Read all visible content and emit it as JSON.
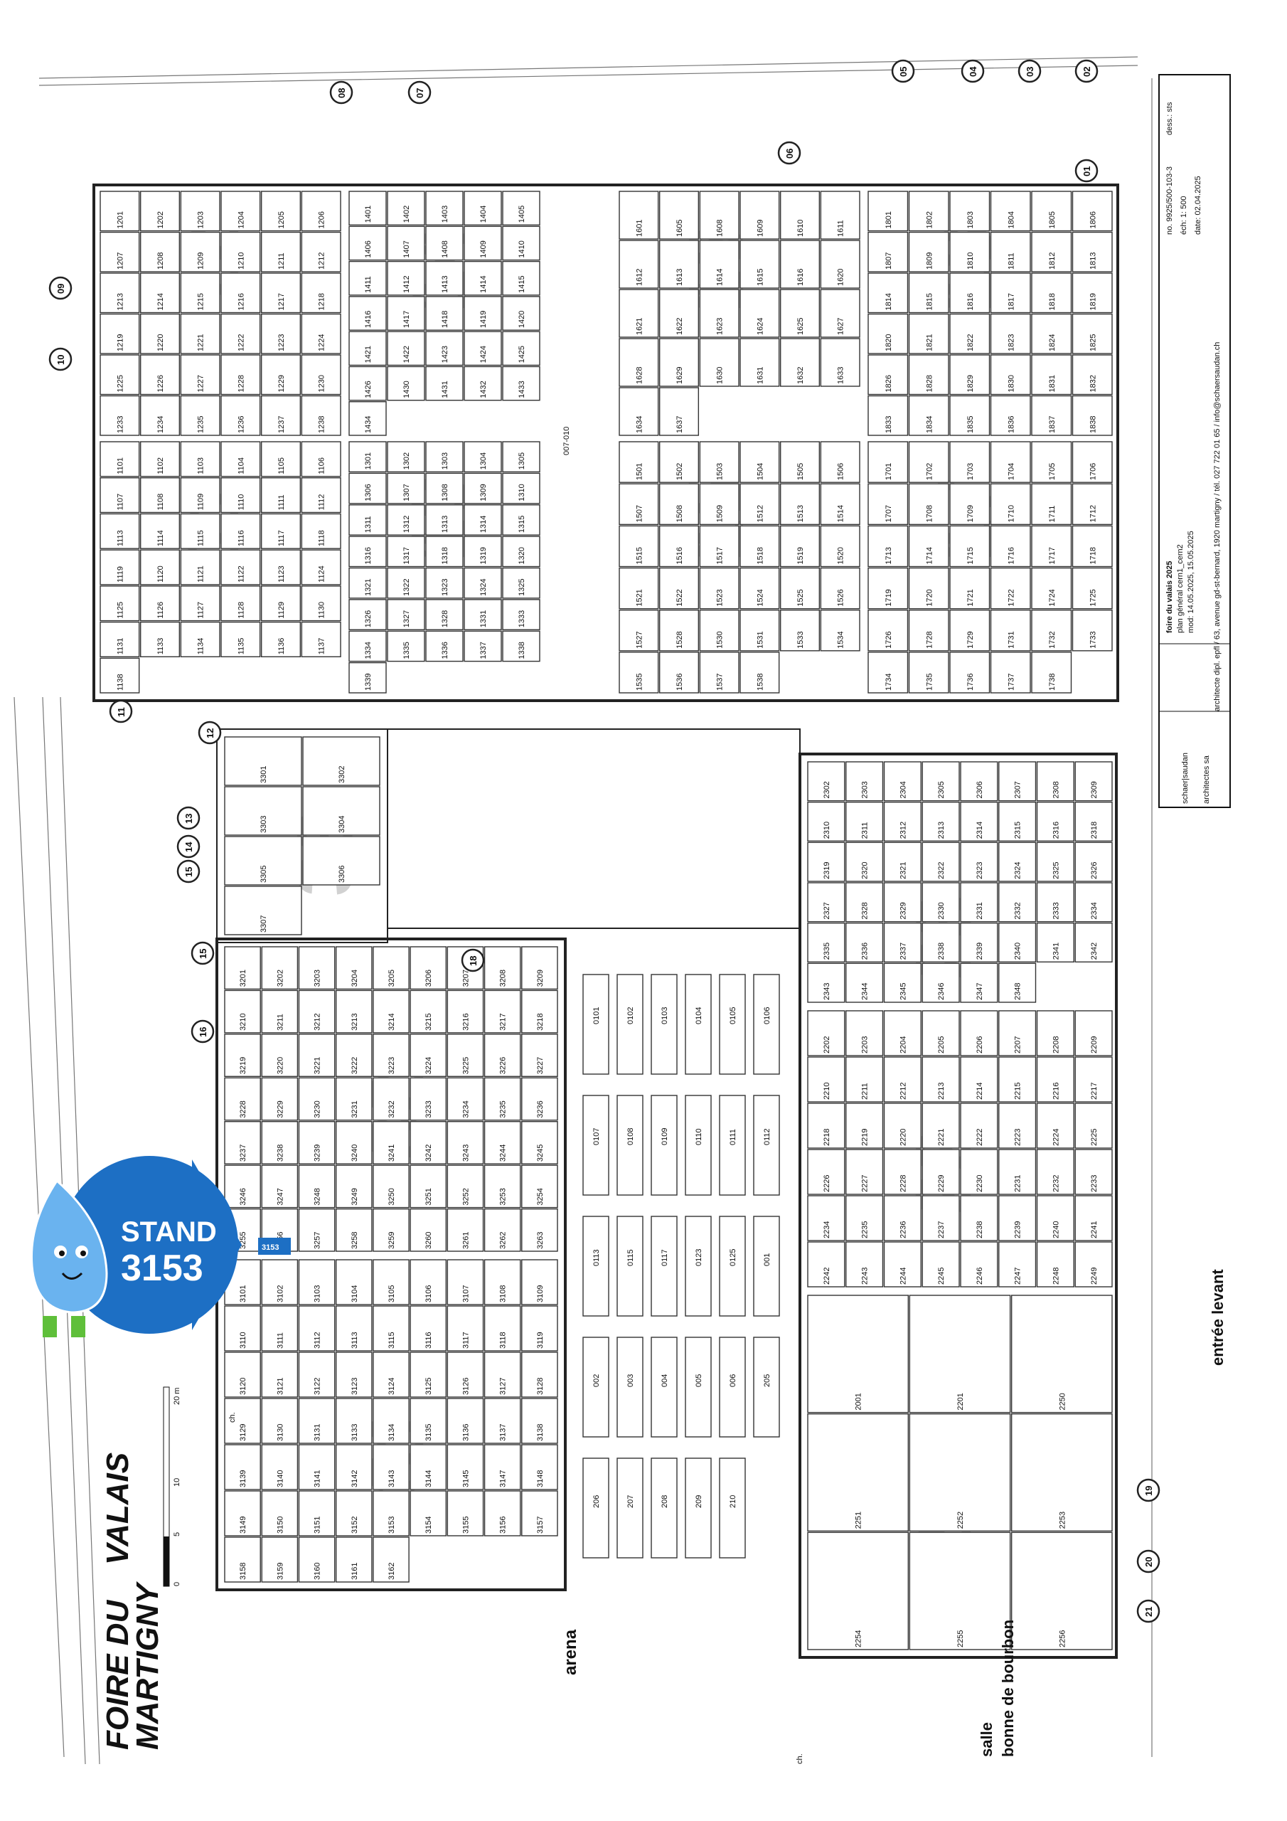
{
  "logo": {
    "line1": "FOIRE DU",
    "line1b": "VALAIS",
    "line2": "MARTIGNY"
  },
  "scale": {
    "ticks": [
      "0",
      "5",
      "10",
      "20 m"
    ]
  },
  "stand_callout": {
    "line1": "STAND",
    "line2": "3153",
    "color": "#1d6fc4"
  },
  "titleblock": {
    "firm_top": "schaer|saudan",
    "firm_bottom": "architectes sa",
    "project": "foire du valais 2025",
    "plan": "plan général cern1_cern2",
    "mod": "mod: 14.05.2025, 15.05.2025",
    "address": "architecte dipl. epfl / 63, avenue gd-st-bernard, 1920 martigny / tél. 027 722 01 65 / info@schaersaudan.ch",
    "no": "no.  9925/500-103-3",
    "ech": "éch: 1: 500",
    "date": "date: 02.04.2025",
    "dess": "dess.: sts"
  },
  "labels": {
    "entree": "entrée levant",
    "salle": "salle",
    "bonne": "bonne de bourbon",
    "arena": "arena",
    "center": "007-010",
    "ch": "ch."
  },
  "exits": [
    "01",
    "02",
    "03",
    "04",
    "05",
    "06",
    "07",
    "08",
    "09",
    "10",
    "11",
    "12",
    "13",
    "14",
    "15",
    "15",
    "16",
    "18",
    "19",
    "20",
    "21"
  ],
  "halls": [
    {
      "id": "11",
      "booths": [
        "1101",
        "1102",
        "1103",
        "1104",
        "1105",
        "1106",
        "1107",
        "1108",
        "1109",
        "1110",
        "1111",
        "1112",
        "1113",
        "1114",
        "1115",
        "1116",
        "1117",
        "1118",
        "1119",
        "1120",
        "1121",
        "1122",
        "1123",
        "1124",
        "1125",
        "1126",
        "1127",
        "1128",
        "1129",
        "1130",
        "1131",
        "1133",
        "1134",
        "1135",
        "1136",
        "1137",
        "1138"
      ]
    },
    {
      "id": "12",
      "booths": [
        "1201",
        "1202",
        "1203",
        "1204",
        "1205",
        "1206",
        "1207",
        "1208",
        "1209",
        "1210",
        "1211",
        "1212",
        "1213",
        "1214",
        "1215",
        "1216",
        "1217",
        "1218",
        "1219",
        "1220",
        "1221",
        "1222",
        "1223",
        "1224",
        "1225",
        "1226",
        "1227",
        "1228",
        "1229",
        "1230",
        "1233",
        "1234",
        "1235",
        "1236",
        "1237",
        "1238"
      ]
    },
    {
      "id": "13",
      "booths": [
        "1301",
        "1302",
        "1303",
        "1304",
        "1305",
        "1306",
        "1307",
        "1308",
        "1309",
        "1310",
        "1311",
        "1312",
        "1313",
        "1314",
        "1315",
        "1316",
        "1317",
        "1318",
        "1319",
        "1320",
        "1321",
        "1322",
        "1323",
        "1324",
        "1325",
        "1326",
        "1327",
        "1328",
        "1331",
        "1333",
        "1334",
        "1335",
        "1336",
        "1337",
        "1338",
        "1339"
      ]
    },
    {
      "id": "14",
      "booths": [
        "1401",
        "1402",
        "1403",
        "1404",
        "1405",
        "1406",
        "1407",
        "1408",
        "1409",
        "1410",
        "1411",
        "1412",
        "1413",
        "1414",
        "1415",
        "1416",
        "1417",
        "1418",
        "1419",
        "1420",
        "1421",
        "1422",
        "1423",
        "1424",
        "1425",
        "1426",
        "1430",
        "1431",
        "1432",
        "1433",
        "1434"
      ]
    },
    {
      "id": "15",
      "booths": [
        "1501",
        "1502",
        "1503",
        "1504",
        "1505",
        "1506",
        "1507",
        "1508",
        "1509",
        "1512",
        "1513",
        "1514",
        "1515",
        "1516",
        "1517",
        "1518",
        "1519",
        "1520",
        "1521",
        "1522",
        "1523",
        "1524",
        "1525",
        "1526",
        "1527",
        "1528",
        "1530",
        "1531",
        "1533",
        "1534",
        "1535",
        "1536",
        "1537",
        "1538"
      ]
    },
    {
      "id": "16",
      "booths": [
        "1601",
        "1605",
        "1608",
        "1609",
        "1610",
        "1611",
        "1612",
        "1613",
        "1614",
        "1615",
        "1616",
        "1620",
        "1621",
        "1622",
        "1623",
        "1624",
        "1625",
        "1627",
        "1628",
        "1629",
        "1630",
        "1631",
        "1632",
        "1633",
        "1634",
        "1637"
      ]
    },
    {
      "id": "17",
      "booths": [
        "1701",
        "1702",
        "1703",
        "1704",
        "1705",
        "1706",
        "1707",
        "1708",
        "1709",
        "1710",
        "1711",
        "1712",
        "1713",
        "1714",
        "1715",
        "1716",
        "1717",
        "1718",
        "1719",
        "1720",
        "1721",
        "1722",
        "1724",
        "1725",
        "1726",
        "1728",
        "1729",
        "1731",
        "1732",
        "1733",
        "1734",
        "1735",
        "1736",
        "1737",
        "1738"
      ]
    },
    {
      "id": "18",
      "booths": [
        "1801",
        "1802",
        "1803",
        "1804",
        "1805",
        "1806",
        "1807",
        "1809",
        "1810",
        "1811",
        "1812",
        "1813",
        "1814",
        "1815",
        "1816",
        "1817",
        "1818",
        "1819",
        "1820",
        "1821",
        "1822",
        "1823",
        "1824",
        "1825",
        "1826",
        "1828",
        "1829",
        "1830",
        "1831",
        "1832",
        "1833",
        "1834",
        "1835",
        "1836",
        "1837",
        "1838"
      ]
    },
    {
      "id": "21",
      "booths": [
        "2001",
        "2201",
        "2250",
        "2251",
        "2252",
        "2253",
        "2254",
        "2255",
        "2256"
      ]
    },
    {
      "id": "22",
      "booths": [
        "2202",
        "2203",
        "2204",
        "2205",
        "2206",
        "2207",
        "2208",
        "2209",
        "2210",
        "2211",
        "2212",
        "2213",
        "2214",
        "2215",
        "2216",
        "2217",
        "2218",
        "2219",
        "2220",
        "2221",
        "2222",
        "2223",
        "2224",
        "2225",
        "2226",
        "2227",
        "2228",
        "2229",
        "2230",
        "2231",
        "2232",
        "2233",
        "2234",
        "2235",
        "2236",
        "2237",
        "2238",
        "2239",
        "2240",
        "2241",
        "2242",
        "2243",
        "2244",
        "2245",
        "2246",
        "2247",
        "2248",
        "2249"
      ]
    },
    {
      "id": "23",
      "booths": [
        "2302",
        "2303",
        "2304",
        "2305",
        "2306",
        "2307",
        "2308",
        "2309",
        "2310",
        "2311",
        "2312",
        "2313",
        "2314",
        "2315",
        "2316",
        "2318",
        "2319",
        "2320",
        "2321",
        "2322",
        "2323",
        "2324",
        "2325",
        "2326",
        "2327",
        "2328",
        "2329",
        "2330",
        "2331",
        "2332",
        "2333",
        "2334",
        "2335",
        "2336",
        "2337",
        "2338",
        "2339",
        "2340",
        "2341",
        "2342",
        "2343",
        "2344",
        "2345",
        "2346",
        "2347",
        "2348"
      ]
    },
    {
      "id": "31",
      "booths": [
        "3101",
        "3102",
        "3103",
        "3104",
        "3105",
        "3106",
        "3107",
        "3108",
        "3109",
        "3110",
        "3111",
        "3112",
        "3113",
        "3115",
        "3116",
        "3117",
        "3118",
        "3119",
        "3120",
        "3121",
        "3122",
        "3123",
        "3124",
        "3125",
        "3126",
        "3127",
        "3128",
        "3129",
        "3130",
        "3131",
        "3133",
        "3134",
        "3135",
        "3136",
        "3137",
        "3138",
        "3139",
        "3140",
        "3141",
        "3142",
        "3143",
        "3144",
        "3145",
        "3147",
        "3148",
        "3149",
        "3150",
        "3151",
        "3152",
        "3153",
        "3154",
        "3155",
        "3156",
        "3157",
        "3158",
        "3159",
        "3160",
        "3161",
        "3162"
      ]
    },
    {
      "id": "32",
      "booths": [
        "3201",
        "3202",
        "3203",
        "3204",
        "3205",
        "3206",
        "3207",
        "3208",
        "3209",
        "3210",
        "3211",
        "3212",
        "3213",
        "3214",
        "3215",
        "3216",
        "3217",
        "3218",
        "3219",
        "3220",
        "3221",
        "3222",
        "3223",
        "3224",
        "3225",
        "3226",
        "3227",
        "3228",
        "3229",
        "3230",
        "3231",
        "3232",
        "3233",
        "3234",
        "3235",
        "3236",
        "3237",
        "3238",
        "3239",
        "3240",
        "3241",
        "3242",
        "3243",
        "3244",
        "3245",
        "3246",
        "3247",
        "3248",
        "3249",
        "3250",
        "3251",
        "3252",
        "3253",
        "3254",
        "3255",
        "3256",
        "3257",
        "3258",
        "3259",
        "3260",
        "3261",
        "3262",
        "3263"
      ]
    },
    {
      "id": "33",
      "booths": [
        "3301",
        "3302",
        "3303",
        "3304",
        "3305",
        "3306",
        "3307"
      ]
    }
  ],
  "misc_areas": [
    "0101",
    "0102",
    "0103",
    "0104",
    "0105",
    "0106",
    "0107",
    "0108",
    "0109",
    "0110",
    "0111",
    "0112",
    "0113",
    "0115",
    "0117",
    "0123",
    "0125",
    "001",
    "002",
    "003",
    "004",
    "005",
    "006",
    "205",
    "206",
    "207",
    "208",
    "209",
    "210"
  ],
  "colors": {
    "highlight": "#1d6fc4",
    "hall_number": "#c9c9c9"
  }
}
